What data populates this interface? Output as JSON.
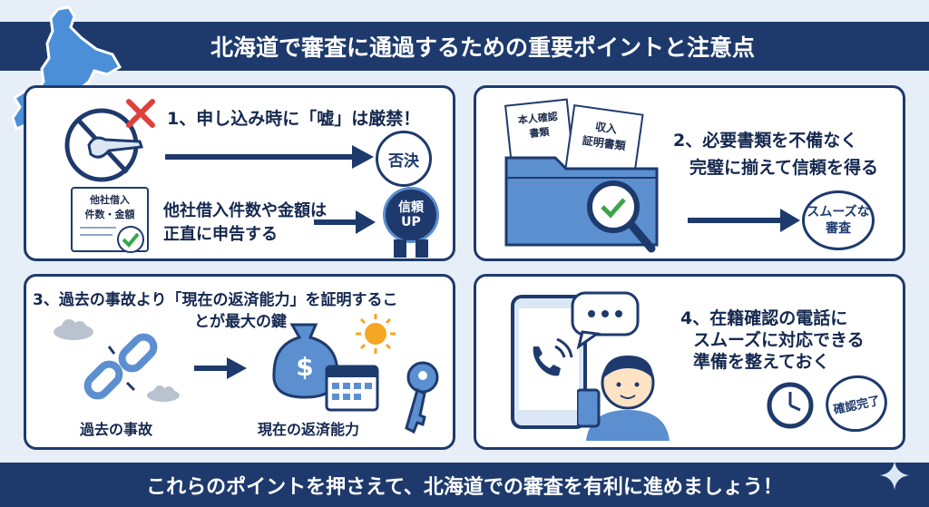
{
  "title": "北海道で審査に通過するための重要ポイントと注意点",
  "footer": "これらのポイントを押さえて、北海道での審査を有利に進めましょう！",
  "panel1": {
    "heading": "1、申し込み時に「嘘」は厳禁！",
    "stamp_reject": "否決",
    "doc_label_line1": "他社借入",
    "doc_label_line2": "件数・金額",
    "text_line1": "他社借入件数や金額は",
    "text_line2": "正直に申告する",
    "badge_line1": "信頼",
    "badge_line2": "UP"
  },
  "panel2": {
    "doc1_line1": "本人確認",
    "doc1_line2": "書類",
    "doc2_line1": "収入",
    "doc2_line2": "証明書類",
    "heading_line1": "2、必要書類を不備なく",
    "heading_line2": "完璧に揃えて信頼を得る",
    "stamp_line1": "スムーズな",
    "stamp_line2": "審査"
  },
  "panel3": {
    "heading_line1": "3、過去の事故より「現在の返済能力」を証明するこ",
    "heading_line2": "とが最大の鍵",
    "money_symbol": "$",
    "label_past": "過去の事故",
    "label_present": "現在の返済能力"
  },
  "panel4": {
    "heading_line1": "4、在籍確認の電話に",
    "heading_line2": "スムーズに対応できる",
    "heading_line3": "準備を整えておく",
    "stamp": "確認完了"
  },
  "colors": {
    "navy": "#1e3a6d",
    "light_blue": "#5b8fd0",
    "map_blue": "#4b8fd8",
    "check_green": "#3aa64a",
    "cross_red": "#e0403a",
    "sun_orange": "#f5a623",
    "background": "#e6eef8"
  },
  "icons": [
    "hokkaido-map-icon",
    "no-lying-icon",
    "cross-icon",
    "check-icon",
    "folder-icon",
    "magnifier-icon",
    "chain-broken-icon",
    "money-bag-icon",
    "calendar-icon",
    "key-icon",
    "sun-icon",
    "cloud-icon",
    "phone-icon",
    "speech-bubble-icon",
    "person-icon",
    "clock-icon",
    "sparkle-icon"
  ]
}
